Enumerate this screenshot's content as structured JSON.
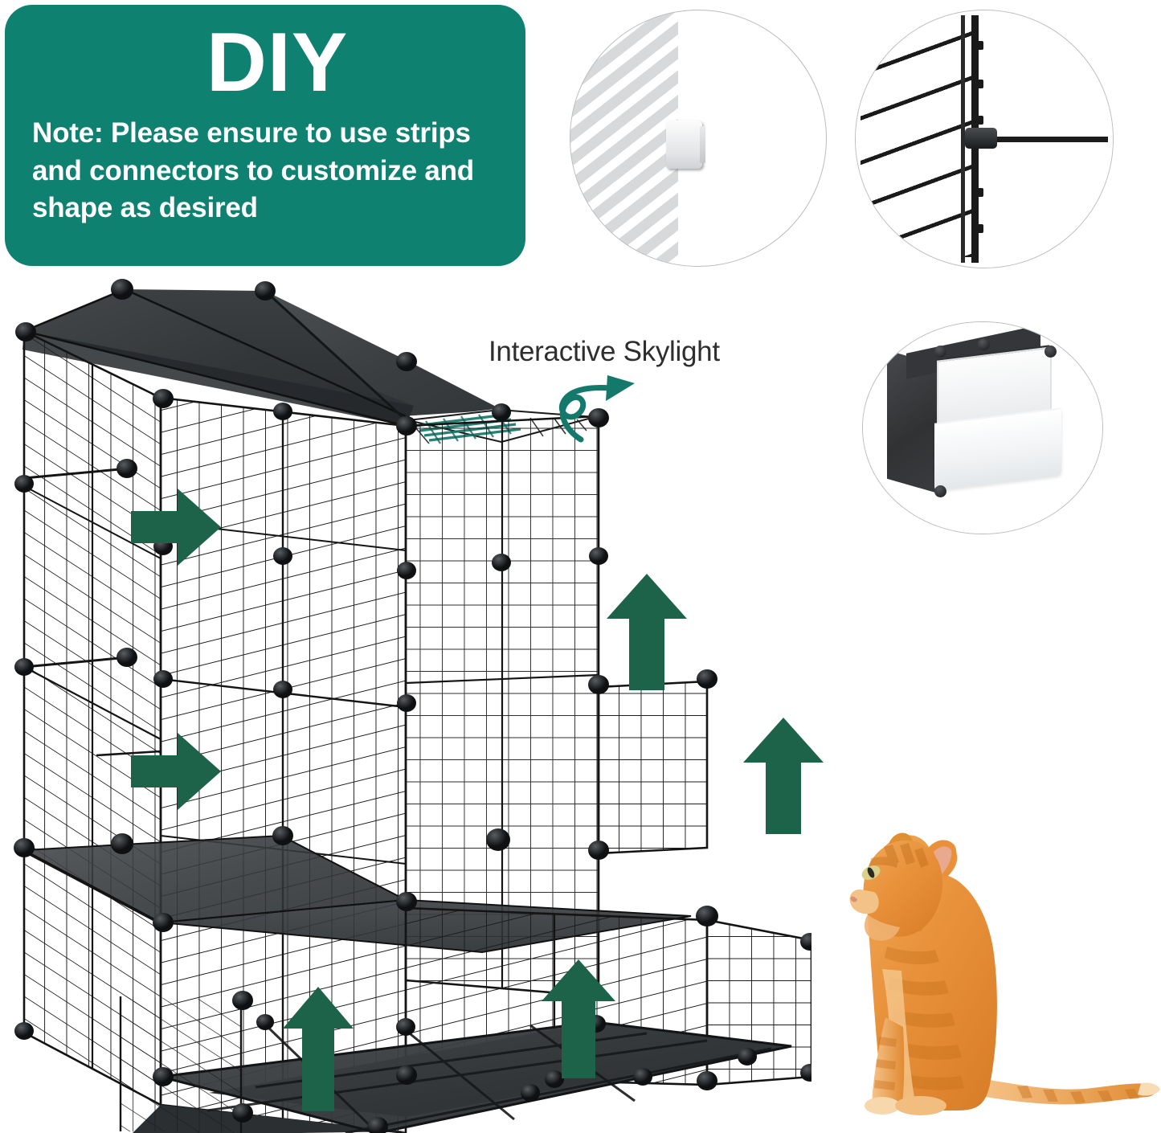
{
  "page": {
    "title": "DIY Cat Cage Enclosure Product Infographic",
    "background_color": "#ffffff"
  },
  "badge": {
    "heading": "DIY",
    "note": "Note: Please ensure to use strips and connectors to customize and shape as desired",
    "background_color": "#0E8170",
    "text_color": "#ffffff"
  },
  "callouts": {
    "skylight_label": "Interactive Skylight",
    "skylight_label_color": "#2e2e2e",
    "arrow_color": "#1D6349",
    "skylight_arrow_color": "#14786A",
    "arrows": [
      {
        "name": "arrow-right-upper",
        "direction": "right"
      },
      {
        "name": "arrow-right-lower",
        "direction": "right"
      },
      {
        "name": "arrow-up-right-upper",
        "direction": "up"
      },
      {
        "name": "arrow-up-right-lower",
        "direction": "up"
      },
      {
        "name": "arrow-up-floor-left",
        "direction": "up"
      },
      {
        "name": "arrow-up-floor-right",
        "direction": "up"
      }
    ]
  },
  "detail_photos": [
    {
      "name": "connector-clip-detail",
      "icon": "circle-photo",
      "description": "White plastic connector clip attached to black wire bars"
    },
    {
      "name": "zip-tie-detail",
      "icon": "circle-photo",
      "description": "Black zip tie securing two wire mesh panels together"
    },
    {
      "name": "litter-tray-detail",
      "icon": "circle-photo",
      "description": "Cube module with white pull-out litter tray"
    }
  ],
  "product": {
    "name": "diy-wire-cube-cat-enclosure",
    "mesh_color": "#1c1c1c",
    "panel_color": "#3a3d40",
    "connector_color": "#141414",
    "skylight_color": "#14786A"
  },
  "cat": {
    "name": "orange-tabby-cat",
    "fur_color": "#E8923A"
  }
}
